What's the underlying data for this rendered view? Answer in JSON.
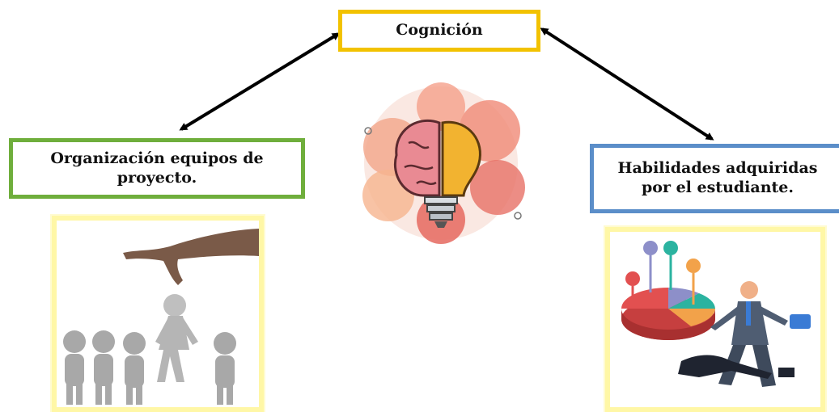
{
  "nodes": {
    "center": {
      "label": "Cognición",
      "color": "#f2c200"
    },
    "left": {
      "label": "Organización equipos de proyecto.",
      "color": "#6fae3c"
    },
    "right": {
      "label": "Habilidades adquiridas por el estudiante.",
      "color": "#5b8ec9"
    }
  },
  "arrows": [
    {
      "from": "center",
      "to": "left",
      "style": "double-headed"
    },
    {
      "from": "center",
      "to": "right",
      "style": "double-headed"
    }
  ],
  "images": {
    "center": "brain-lightbulb-illustration",
    "left": "hand-picking-figure-from-team-illustration",
    "right": "businessman-pie-chart-illustration"
  },
  "colors": {
    "arrow": "#000000",
    "frame": "#fff7a6"
  }
}
